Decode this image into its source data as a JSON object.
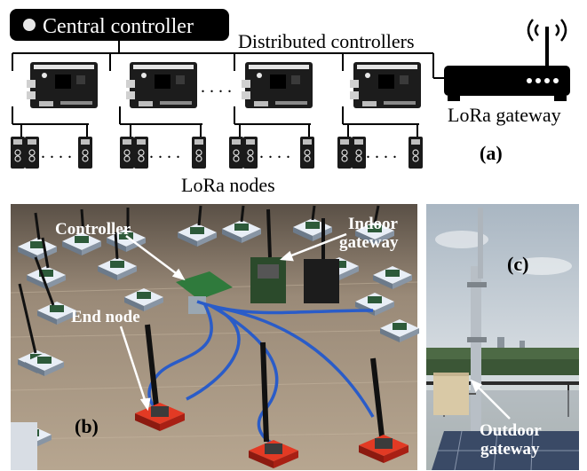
{
  "top_diagram": {
    "central_controller_label": "Central controller",
    "distributed_controllers_label": "Distributed controllers",
    "gateway_label": "LoRa gateway",
    "nodes_label": "LoRa nodes",
    "ellipsis": ". . . .",
    "panel_label": "(a)"
  },
  "photo_b": {
    "controller_label": "Controller",
    "indoor_gateway_line1": "Indoor",
    "indoor_gateway_line2": "gateway",
    "end_node_label": "End node",
    "panel_label": "(b)"
  },
  "photo_c": {
    "outdoor_gateway_line1": "Outdoor",
    "outdoor_gateway_line2": "gateway",
    "panel_label": "(c)"
  },
  "colors": {
    "board": "#1a1a1a",
    "cable": "#2a5cc8",
    "node_red": "#d42a1a",
    "table_wood": "#a89784",
    "sky": "#c9d3db"
  }
}
